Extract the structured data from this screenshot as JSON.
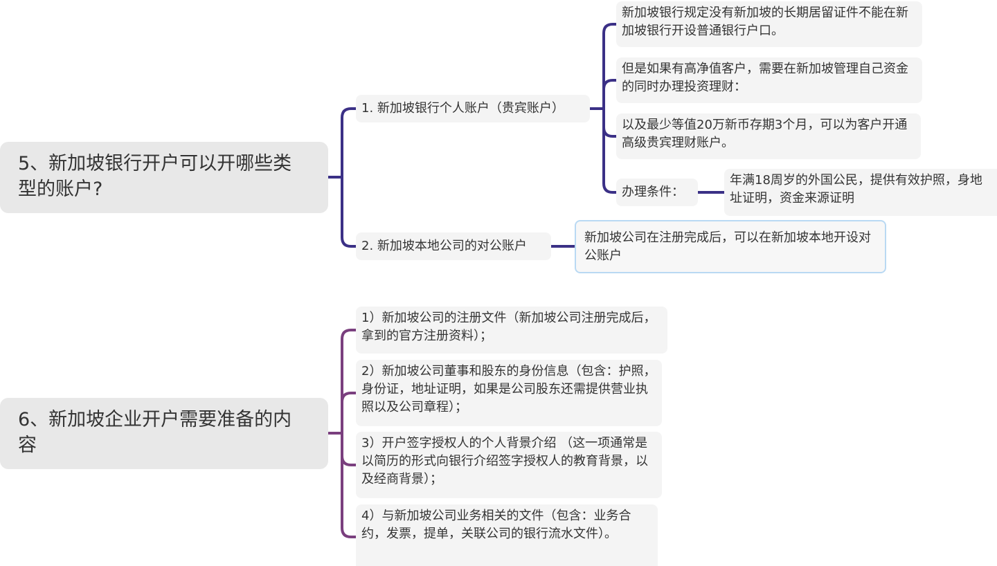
{
  "mindmap": {
    "topic5": {
      "title": "5、新加坡银行开户可以开哪些类型的账户?",
      "branch_color": "#3b3086",
      "personal_account": {
        "label": "1. 新加坡银行个人账户（贵宾账户）",
        "children": [
          "新加坡银行规定没有新加坡的长期居留证件不能在新加坡银行开设普通银行户口。",
          "但是如果有高净值客户，需要在新加坡管理自己资金的同时办理投资理财：",
          "以及最少等值20万新币存期3个月，可以为客户开通高级贵宾理财账户。"
        ],
        "conditions": {
          "label": "办理条件：",
          "detail": "年满18周岁的外国公民，提供有效护照，身地址证明，资金来源证明"
        }
      },
      "corporate_account": {
        "label": "2. 新加坡本地公司的对公账户",
        "detail": "新加坡公司在注册完成后，可以在新加坡本地开设对公账户"
      }
    },
    "topic6": {
      "title": "6、新加坡企业开户需要准备的内容",
      "branch_color": "#7a3f7e",
      "items": [
        "1）新加坡公司的注册文件（新加坡公司注册完成后，拿到的官方注册资料）；",
        "2）新加坡公司董事和股东的身份信息（包含：护照，身份证，地址证明，如果是公司股东还需提供营业执照以及公司章程）；",
        "3）开户签字授权人的个人背景介绍 （这一项通常是以简历的形式向银行介绍签字授权人的教育背景，以及经商背景）；",
        "4）与新加坡公司业务相关的文件（包含：业务合约，发票，提单，关联公司的银行流水文件）。"
      ]
    }
  }
}
